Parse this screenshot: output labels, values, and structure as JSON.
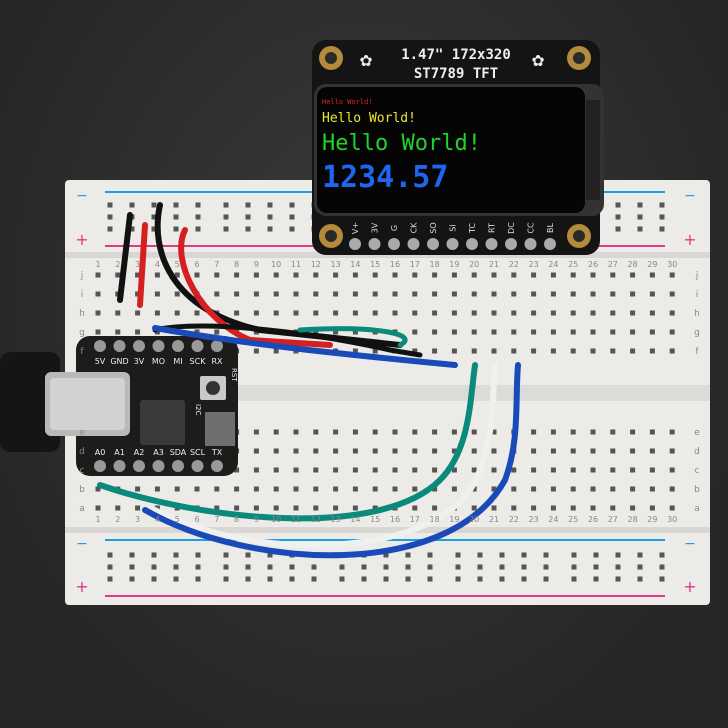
{
  "display": {
    "title_line1": "1.47\" 172x320",
    "title_line2": "ST7789 TFT",
    "screen_lines": [
      {
        "text": "Hello World!",
        "color": "#e02020"
      },
      {
        "text": "Hello World!",
        "color": "#e8e830"
      },
      {
        "text": "Hello World!",
        "color": "#22d22a"
      },
      {
        "text": "1234.57",
        "color": "#1e66f0"
      }
    ],
    "pins": [
      "V+",
      "3V",
      "G",
      "CK",
      "SO",
      "SI",
      "TC",
      "RT",
      "DC",
      "CC",
      "BL"
    ]
  },
  "qtpy": {
    "top_pins": [
      "5V",
      "GND",
      "3V",
      "MO",
      "MI",
      "SCK",
      "RX"
    ],
    "bottom_pins": [
      "A0",
      "A1",
      "A2",
      "A3",
      "SDA",
      "SCL",
      "TX"
    ],
    "side_labels": [
      "RST",
      "I2C"
    ]
  },
  "breadboard": {
    "columns": [
      "1",
      "2",
      "3",
      "4",
      "5",
      "6",
      "7",
      "8",
      "9",
      "10",
      "11",
      "12",
      "13",
      "14",
      "15",
      "16",
      "17",
      "18",
      "19",
      "20",
      "21",
      "22",
      "23",
      "24",
      "25",
      "26",
      "27",
      "28",
      "29",
      "30"
    ],
    "rows_top": [
      "j",
      "i",
      "h",
      "g",
      "f"
    ],
    "rows_bottom": [
      "e",
      "d",
      "c",
      "b",
      "a"
    ],
    "rail_plus": "+",
    "rail_minus": "−",
    "colors": {
      "rail_red": "#e0388a",
      "rail_blue": "#1aa0e0"
    }
  }
}
